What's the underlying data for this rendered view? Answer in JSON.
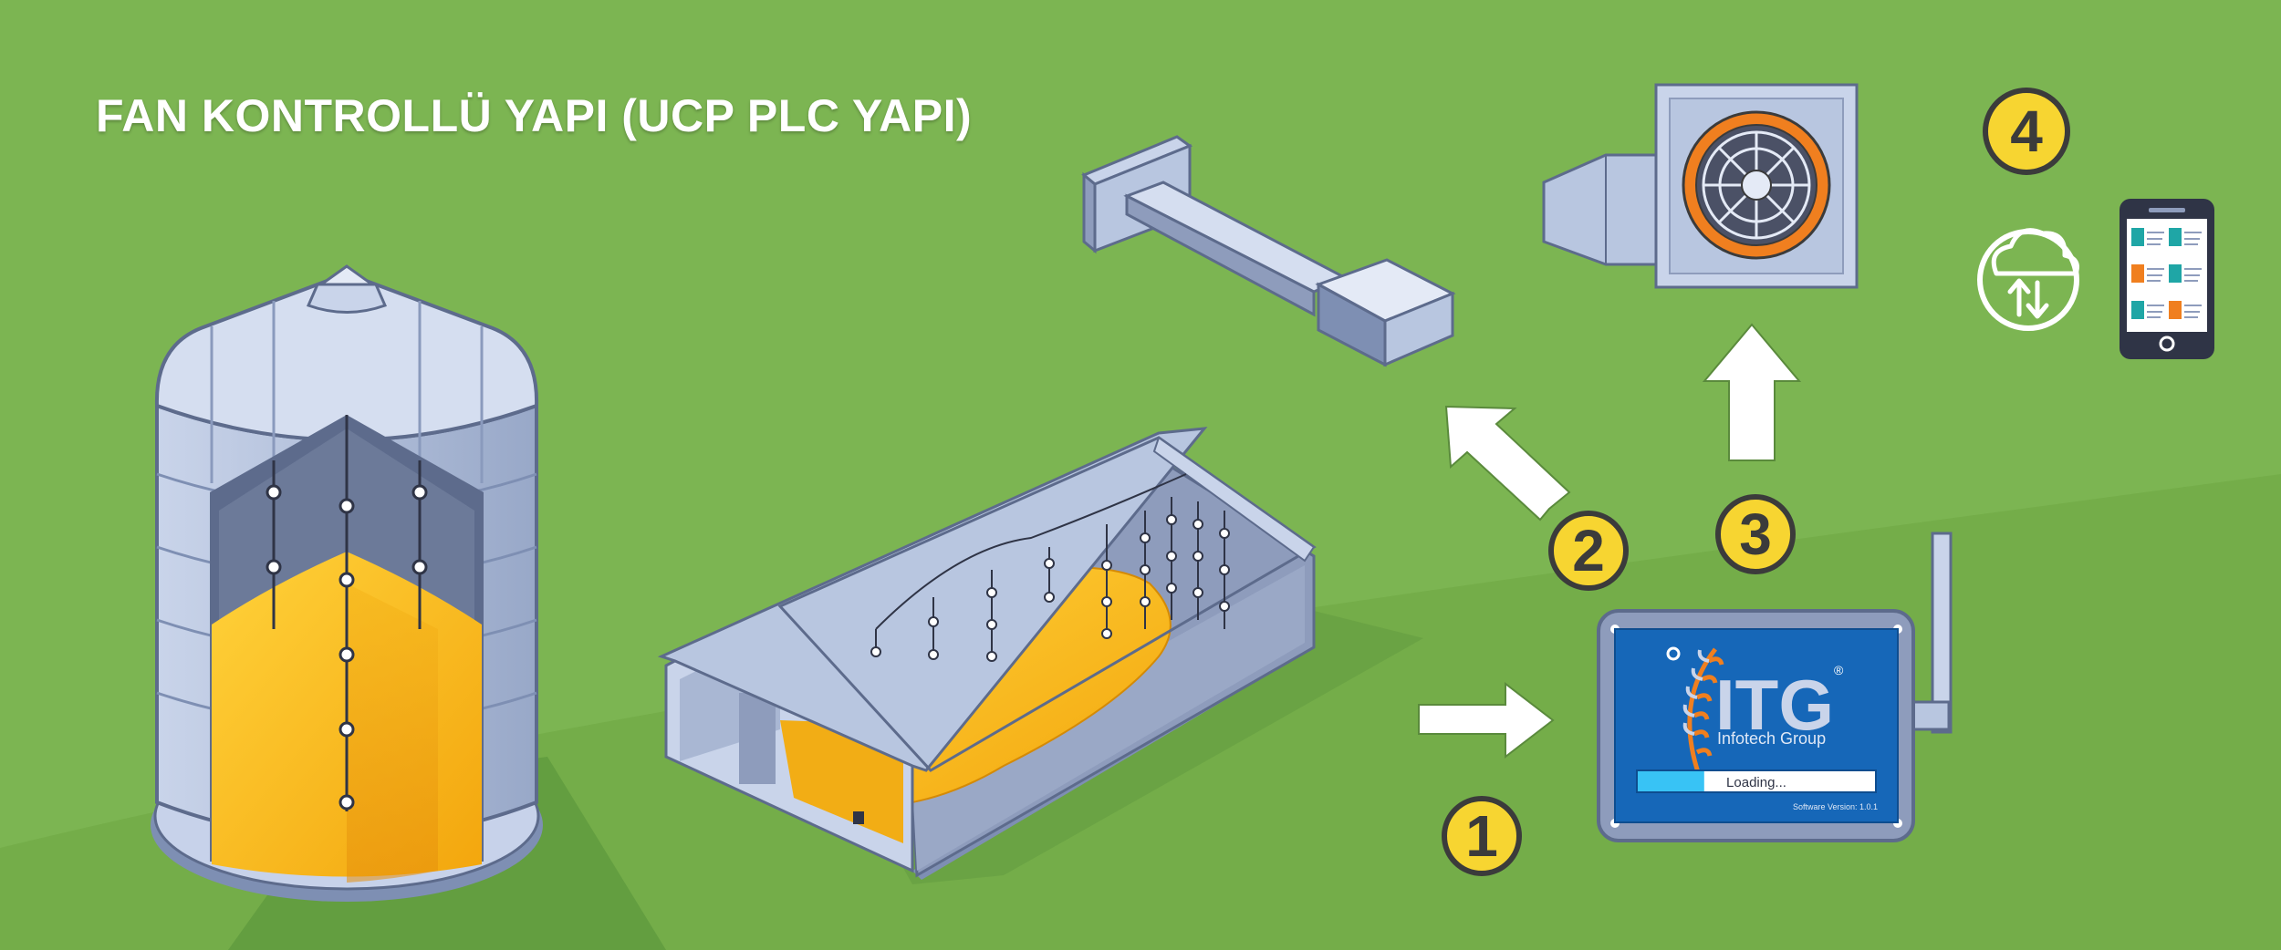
{
  "title": "FAN KONTROLLÜ YAPI (UCP PLC YAPI)",
  "steps": [
    "1",
    "2",
    "3",
    "4"
  ],
  "device": {
    "brand": "ITG",
    "brand_mark": "®",
    "company": "Infotech Group",
    "loading": "Loading...",
    "progress": 0.28,
    "version": "Software Version: 1.0.1"
  },
  "colors": {
    "background": "#7cb552",
    "accent_yellow": "#f7d531",
    "grain": "#f7b815",
    "device_blue": "#1667b8",
    "metal": "#b8c6e0"
  },
  "icons": [
    "silo-icon",
    "warehouse-icon",
    "duct-icon",
    "fan-icon",
    "cloud-sync-icon",
    "smartphone-icon",
    "wheat-icon",
    "antenna-icon"
  ]
}
